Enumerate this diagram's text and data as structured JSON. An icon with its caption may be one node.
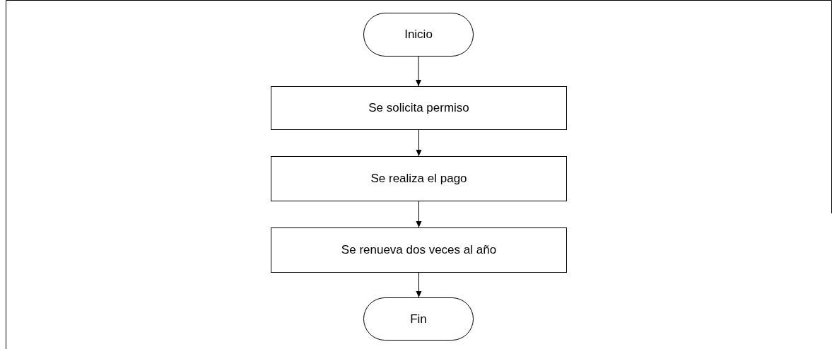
{
  "diagram": {
    "nodes": [
      {
        "text": [
          "Inicio"
        ]
      },
      {
        "text": [
          "Se solicita permiso"
        ]
      },
      {
        "text": [
          "Se realiza el pago"
        ]
      },
      {
        "text": [
          "Se renueva dos veces al año"
        ]
      },
      {
        "text": [
          "Fin"
        ]
      }
    ],
    "edges": [
      {
        "from": 0,
        "to": 1,
        "arrow": "to"
      },
      {
        "from": 1,
        "to": 2,
        "arrow": "to"
      },
      {
        "from": 2,
        "to": 3,
        "arrow": "to"
      },
      {
        "from": 3,
        "to": 4,
        "arrow": "to"
      }
    ]
  }
}
